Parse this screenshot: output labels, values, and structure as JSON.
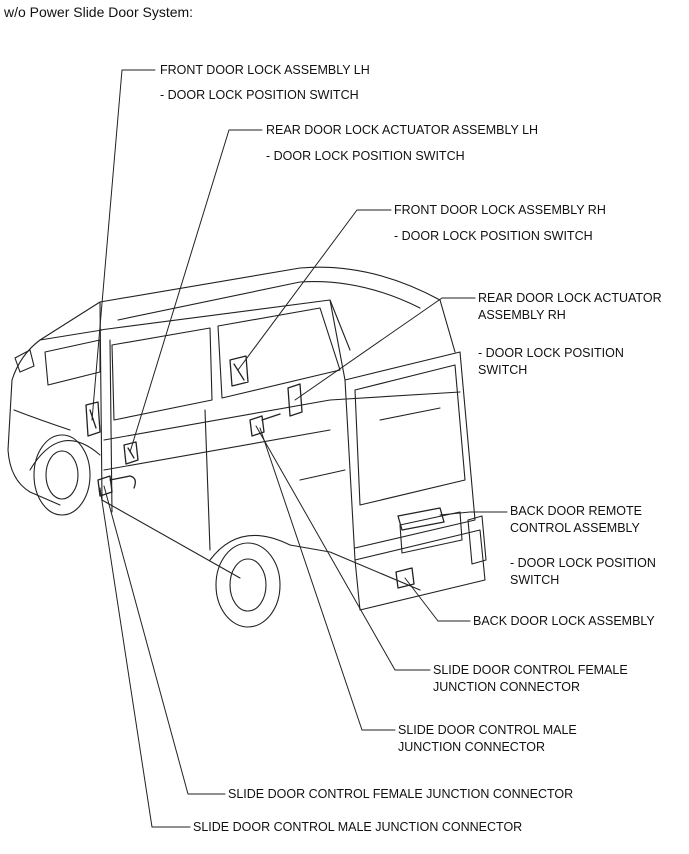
{
  "header": "w/o Power Slide Door System:",
  "labels": {
    "front_lh": "FRONT DOOR LOCK ASSEMBLY LH",
    "front_lh_sub": "- DOOR LOCK POSITION SWITCH",
    "rear_lh": "REAR DOOR LOCK ACTUATOR ASSEMBLY LH",
    "rear_lh_sub": "- DOOR LOCK POSITION SWITCH",
    "front_rh": "FRONT DOOR LOCK ASSEMBLY RH",
    "front_rh_sub": "- DOOR LOCK POSITION SWITCH",
    "rear_rh_1": "REAR DOOR LOCK ACTUATOR",
    "rear_rh_2": "ASSEMBLY RH",
    "rear_rh_sub_1": "- DOOR LOCK POSITION",
    "rear_rh_sub_2": "SWITCH",
    "back_remote_1": "BACK DOOR REMOTE",
    "back_remote_2": "CONTROL ASSEMBLY",
    "back_remote_sub_1": "- DOOR LOCK POSITION",
    "back_remote_sub_2": "SWITCH",
    "back_lock": "BACK DOOR LOCK ASSEMBLY",
    "slide_female_r_1": "SLIDE DOOR CONTROL FEMALE",
    "slide_female_r_2": "JUNCTION CONNECTOR",
    "slide_male_r_1": "SLIDE DOOR CONTROL MALE",
    "slide_male_r_2": "JUNCTION CONNECTOR",
    "slide_female_l": "SLIDE DOOR CONTROL FEMALE JUNCTION CONNECTOR",
    "slide_male_l": "SLIDE DOOR CONTROL MALE JUNCTION CONNECTOR"
  }
}
